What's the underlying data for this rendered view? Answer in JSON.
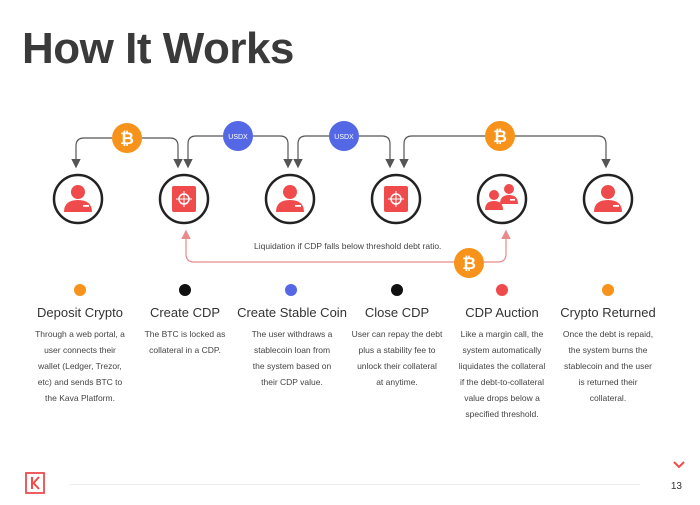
{
  "title": "How It Works",
  "colors": {
    "red": "#ef4b4c",
    "orange": "#f7931a",
    "blue": "#5468e6",
    "black": "#111111",
    "line": "#555555",
    "liquidation_line": "#e88a8a"
  },
  "badges": {
    "btc_glyph": "₿",
    "usdx_label": "USDX"
  },
  "steps": [
    {
      "title": "Deposit Crypto",
      "dot_color": "#f7931a",
      "icon": "user-icon",
      "desc": [
        "Through a web portal, a",
        "user connects their",
        "wallet (Ledger, Trezor,",
        "etc) and sends BTC to",
        "the Kava Platform."
      ]
    },
    {
      "title": "Create CDP",
      "dot_color": "#111111",
      "icon": "vault-icon",
      "desc": [
        "The BTC is locked as",
        "collateral in a CDP."
      ]
    },
    {
      "title": "Create Stable Coin",
      "dot_color": "#5468e6",
      "icon": "user-icon",
      "desc": [
        "The user withdraws a",
        "stablecoin loan from",
        "the system based on",
        "their CDP value."
      ]
    },
    {
      "title": "Close CDP",
      "dot_color": "#111111",
      "icon": "vault-icon",
      "desc": [
        "User can repay the debt",
        "plus a stability fee to",
        "unlock their collateral",
        "at anytime."
      ]
    },
    {
      "title": "CDP Auction",
      "dot_color": "#ef4b4c",
      "icon": "users-group-icon",
      "desc": [
        "Like a margin call, the",
        "system automatically",
        "liquidates the collateral",
        "if the debt-to-collateral",
        "value drops below a",
        "specified threshold."
      ]
    },
    {
      "title": "Crypto Returned",
      "dot_color": "#f7931a",
      "icon": "user-icon",
      "desc": [
        "Once the debt is repaid,",
        "the system burns the",
        "stablecoin and the user",
        "is returned their",
        "collateral."
      ]
    }
  ],
  "liquidation_note": "Liquidation if CDP falls below threshold debt ratio.",
  "page_number": "13"
}
